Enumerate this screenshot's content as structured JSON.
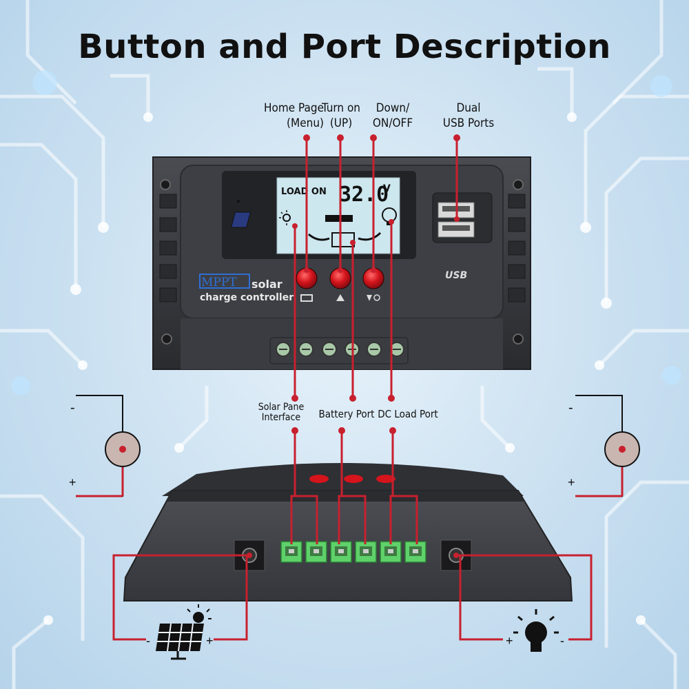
{
  "title": "Button and Port Description",
  "labels": {
    "home_page_line1": "Home Page",
    "home_page_line2": "(Menu)",
    "turn_on_line1": "Turn on",
    "turn_on_line2": "(UP)",
    "down_line1": "Down/",
    "down_line2": "ON/OFF",
    "dual_usb_line1": "Dual",
    "dual_usb_line2": "USB Ports",
    "solar_line1": "Solar Pane",
    "solar_line2": "Interface",
    "battery_port": "Battery Port",
    "dc_load_port": "DC Load Port"
  },
  "device": {
    "lcd_status": "LOAD ON",
    "lcd_value": "32.0",
    "lcd_unit": "V",
    "brand": "MPPT",
    "brand_suffix": "solar",
    "subtitle": "charge controller",
    "usb_logo": "USB"
  },
  "polarity": {
    "minus": "-",
    "plus": "+"
  },
  "colors": {
    "wire": "#c8202e",
    "button": "#d5141c",
    "terminal": "#5fd16a",
    "device_body": "#3b3d42",
    "lcd": "#cfe6ef"
  }
}
